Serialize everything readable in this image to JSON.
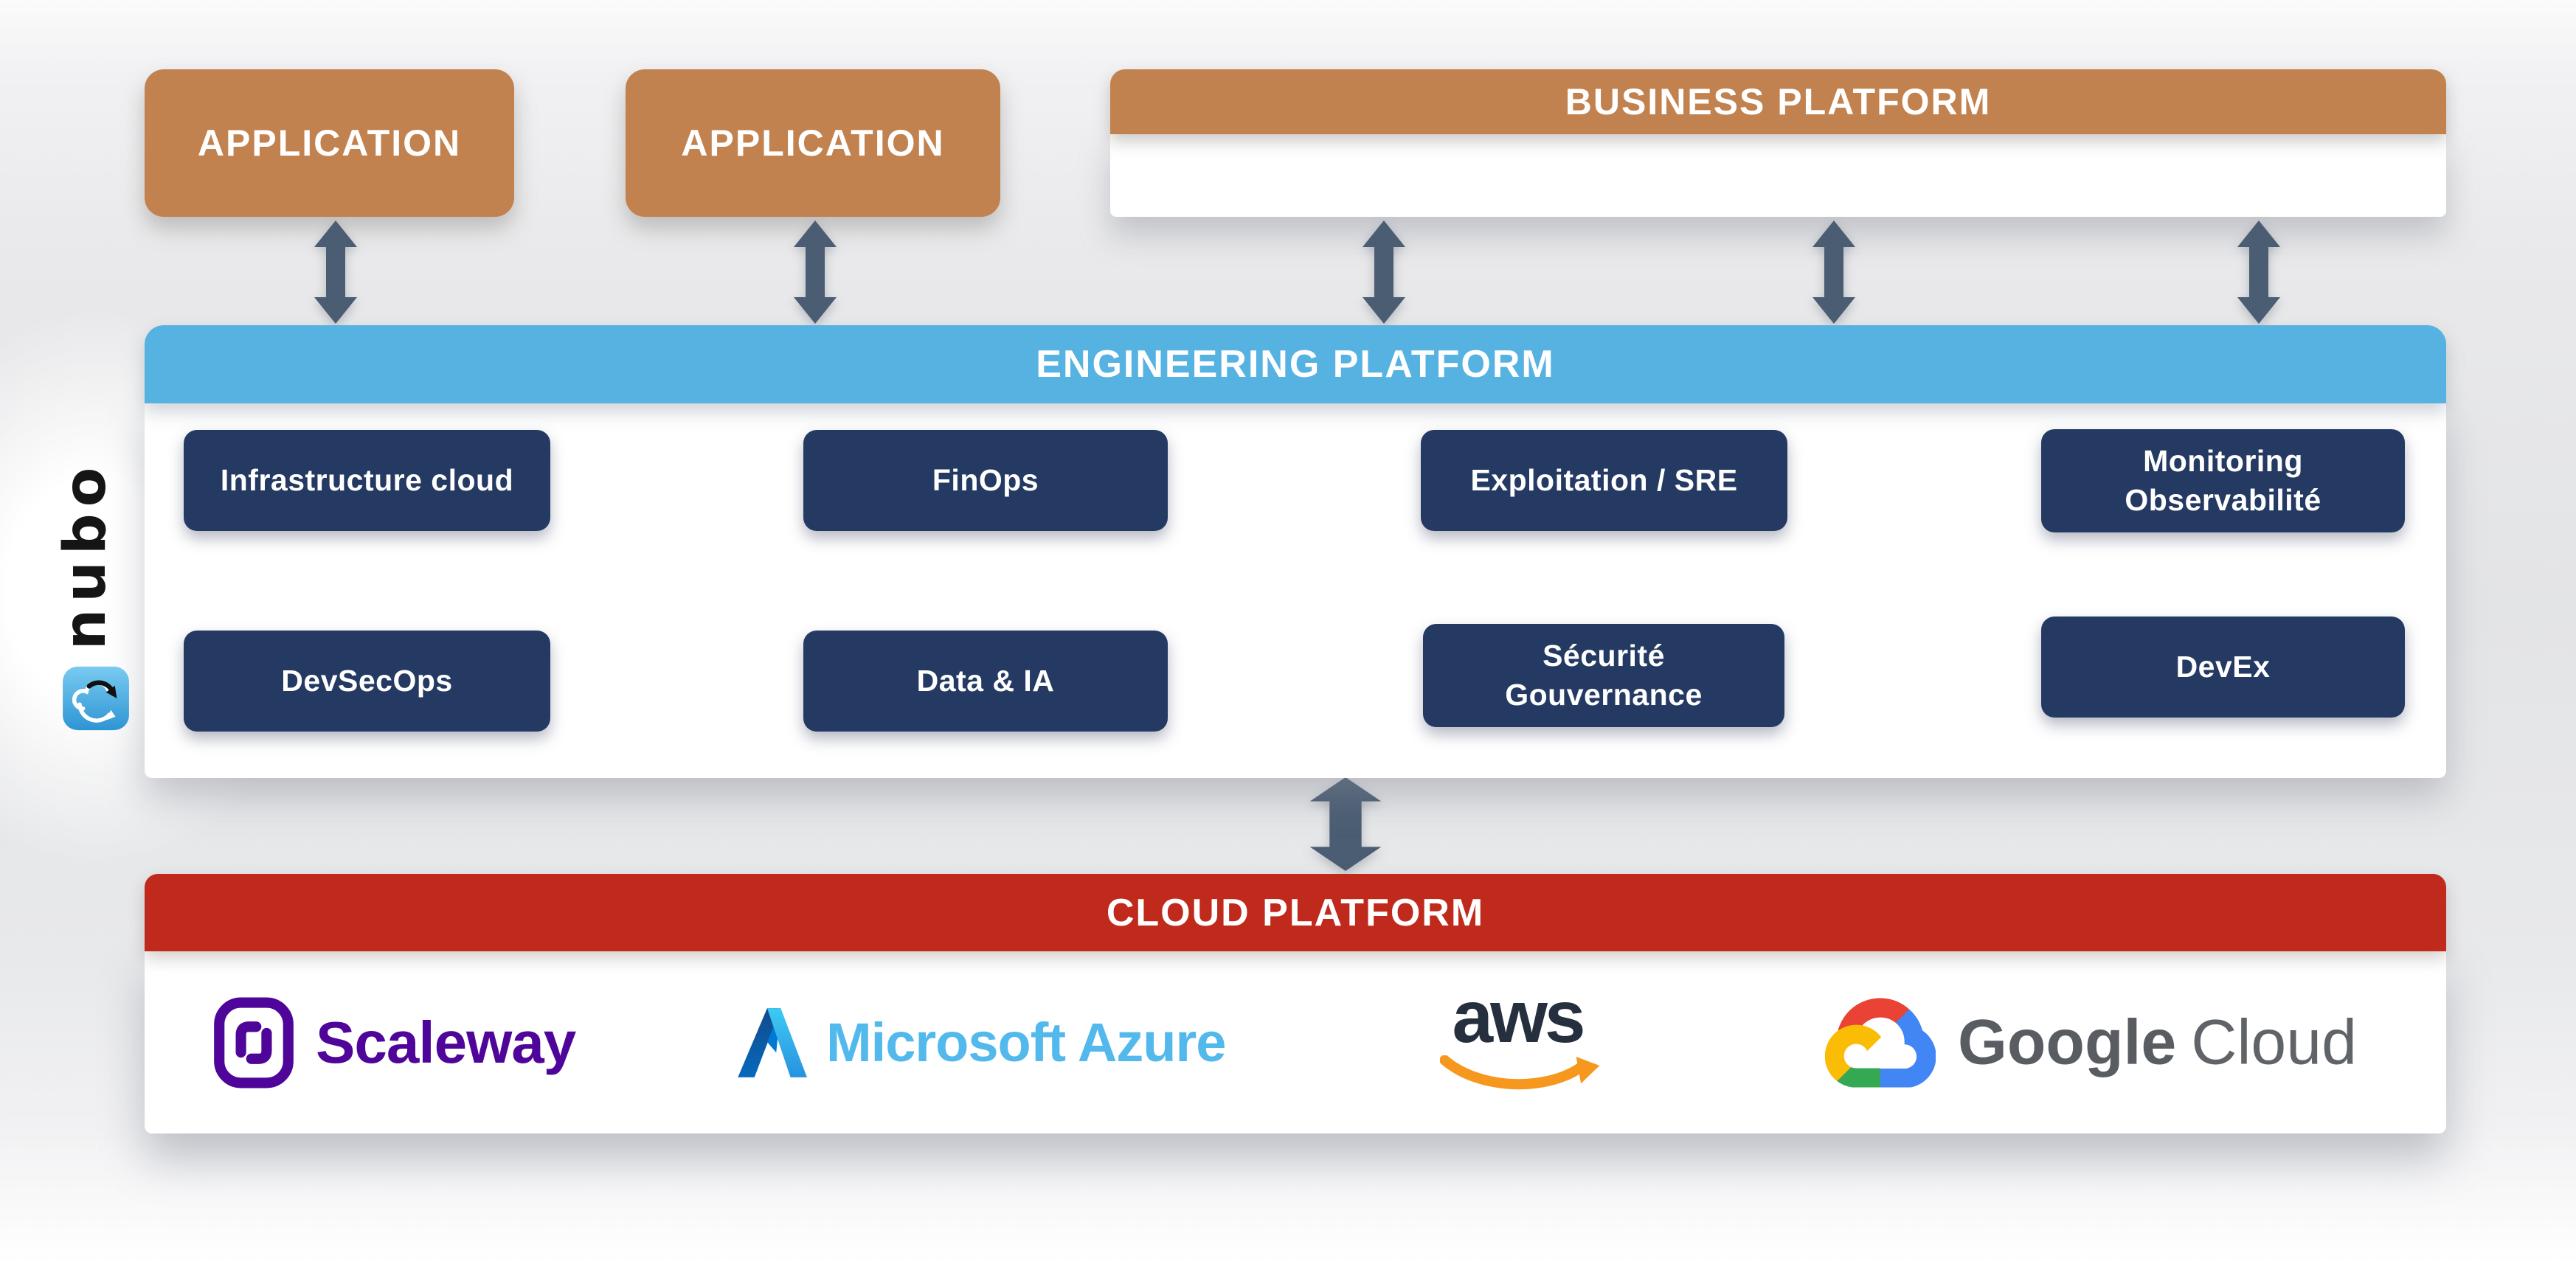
{
  "brand": {
    "wordmark": "nubo"
  },
  "top": {
    "applications": [
      {
        "label": "APPLICATION"
      },
      {
        "label": "APPLICATION"
      }
    ],
    "business": {
      "title": "BUSINESS PLATFORM"
    }
  },
  "engineering": {
    "title": "ENGINEERING PLATFORM",
    "capabilities": [
      {
        "label": "Infrastructure cloud"
      },
      {
        "label": "FinOps"
      },
      {
        "label": "Exploitation / SRE"
      },
      {
        "label": "Monitoring\nObservabilité"
      },
      {
        "label": "DevSecOps"
      },
      {
        "label": "Data & IA"
      },
      {
        "label": "Sécurité\nGouvernance"
      },
      {
        "label": "DevEx"
      }
    ]
  },
  "cloud": {
    "title": "CLOUD PLATFORM",
    "providers": [
      {
        "name": "Scaleway"
      },
      {
        "name": "Microsoft Azure"
      },
      {
        "name": "aws"
      },
      {
        "name": "Google Cloud",
        "words": {
          "first": "Google",
          "second": "Cloud"
        }
      }
    ]
  },
  "colors": {
    "application_orange": "#C2824F",
    "engineering_blue": "#56B2E1",
    "capability_navy": "#253A62",
    "cloud_red": "#BF2A1C",
    "arrow_slate": "#4B5D73",
    "scaleway_purple": "#4F0599",
    "azure_text_blue": "#53B9EC",
    "aws_navy": "#252F3E",
    "aws_orange": "#F7981E",
    "google_gray": "#5F6368",
    "nubo_icon_blue": "#3FA9E0"
  }
}
